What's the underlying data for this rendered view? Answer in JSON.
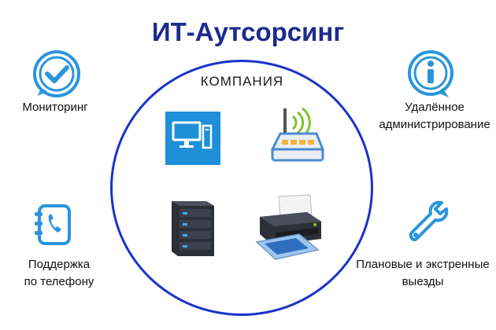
{
  "title": "ИТ-Аутсорсинг",
  "company_label": "КОМПАНИЯ",
  "features": {
    "monitoring": {
      "label": "Мониторинг",
      "icon": "checkmark-bubble-icon"
    },
    "remote_admin": {
      "line1": "Удалённое",
      "line2": "администрирование",
      "icon": "info-bubble-icon"
    },
    "phone_support": {
      "line1": "Поддержка",
      "line2": "по телефону",
      "icon": "phone-book-icon"
    },
    "visits": {
      "line1": "Плановые и экстренные",
      "line2": "выезды",
      "icon": "wrench-icon"
    }
  },
  "devices": [
    "monitor-icon",
    "router-icon",
    "server-icon",
    "printer-icon"
  ],
  "colors": {
    "title": "#1b2a8c",
    "circle": "#1a33c9",
    "accent": "#1e88d6"
  }
}
